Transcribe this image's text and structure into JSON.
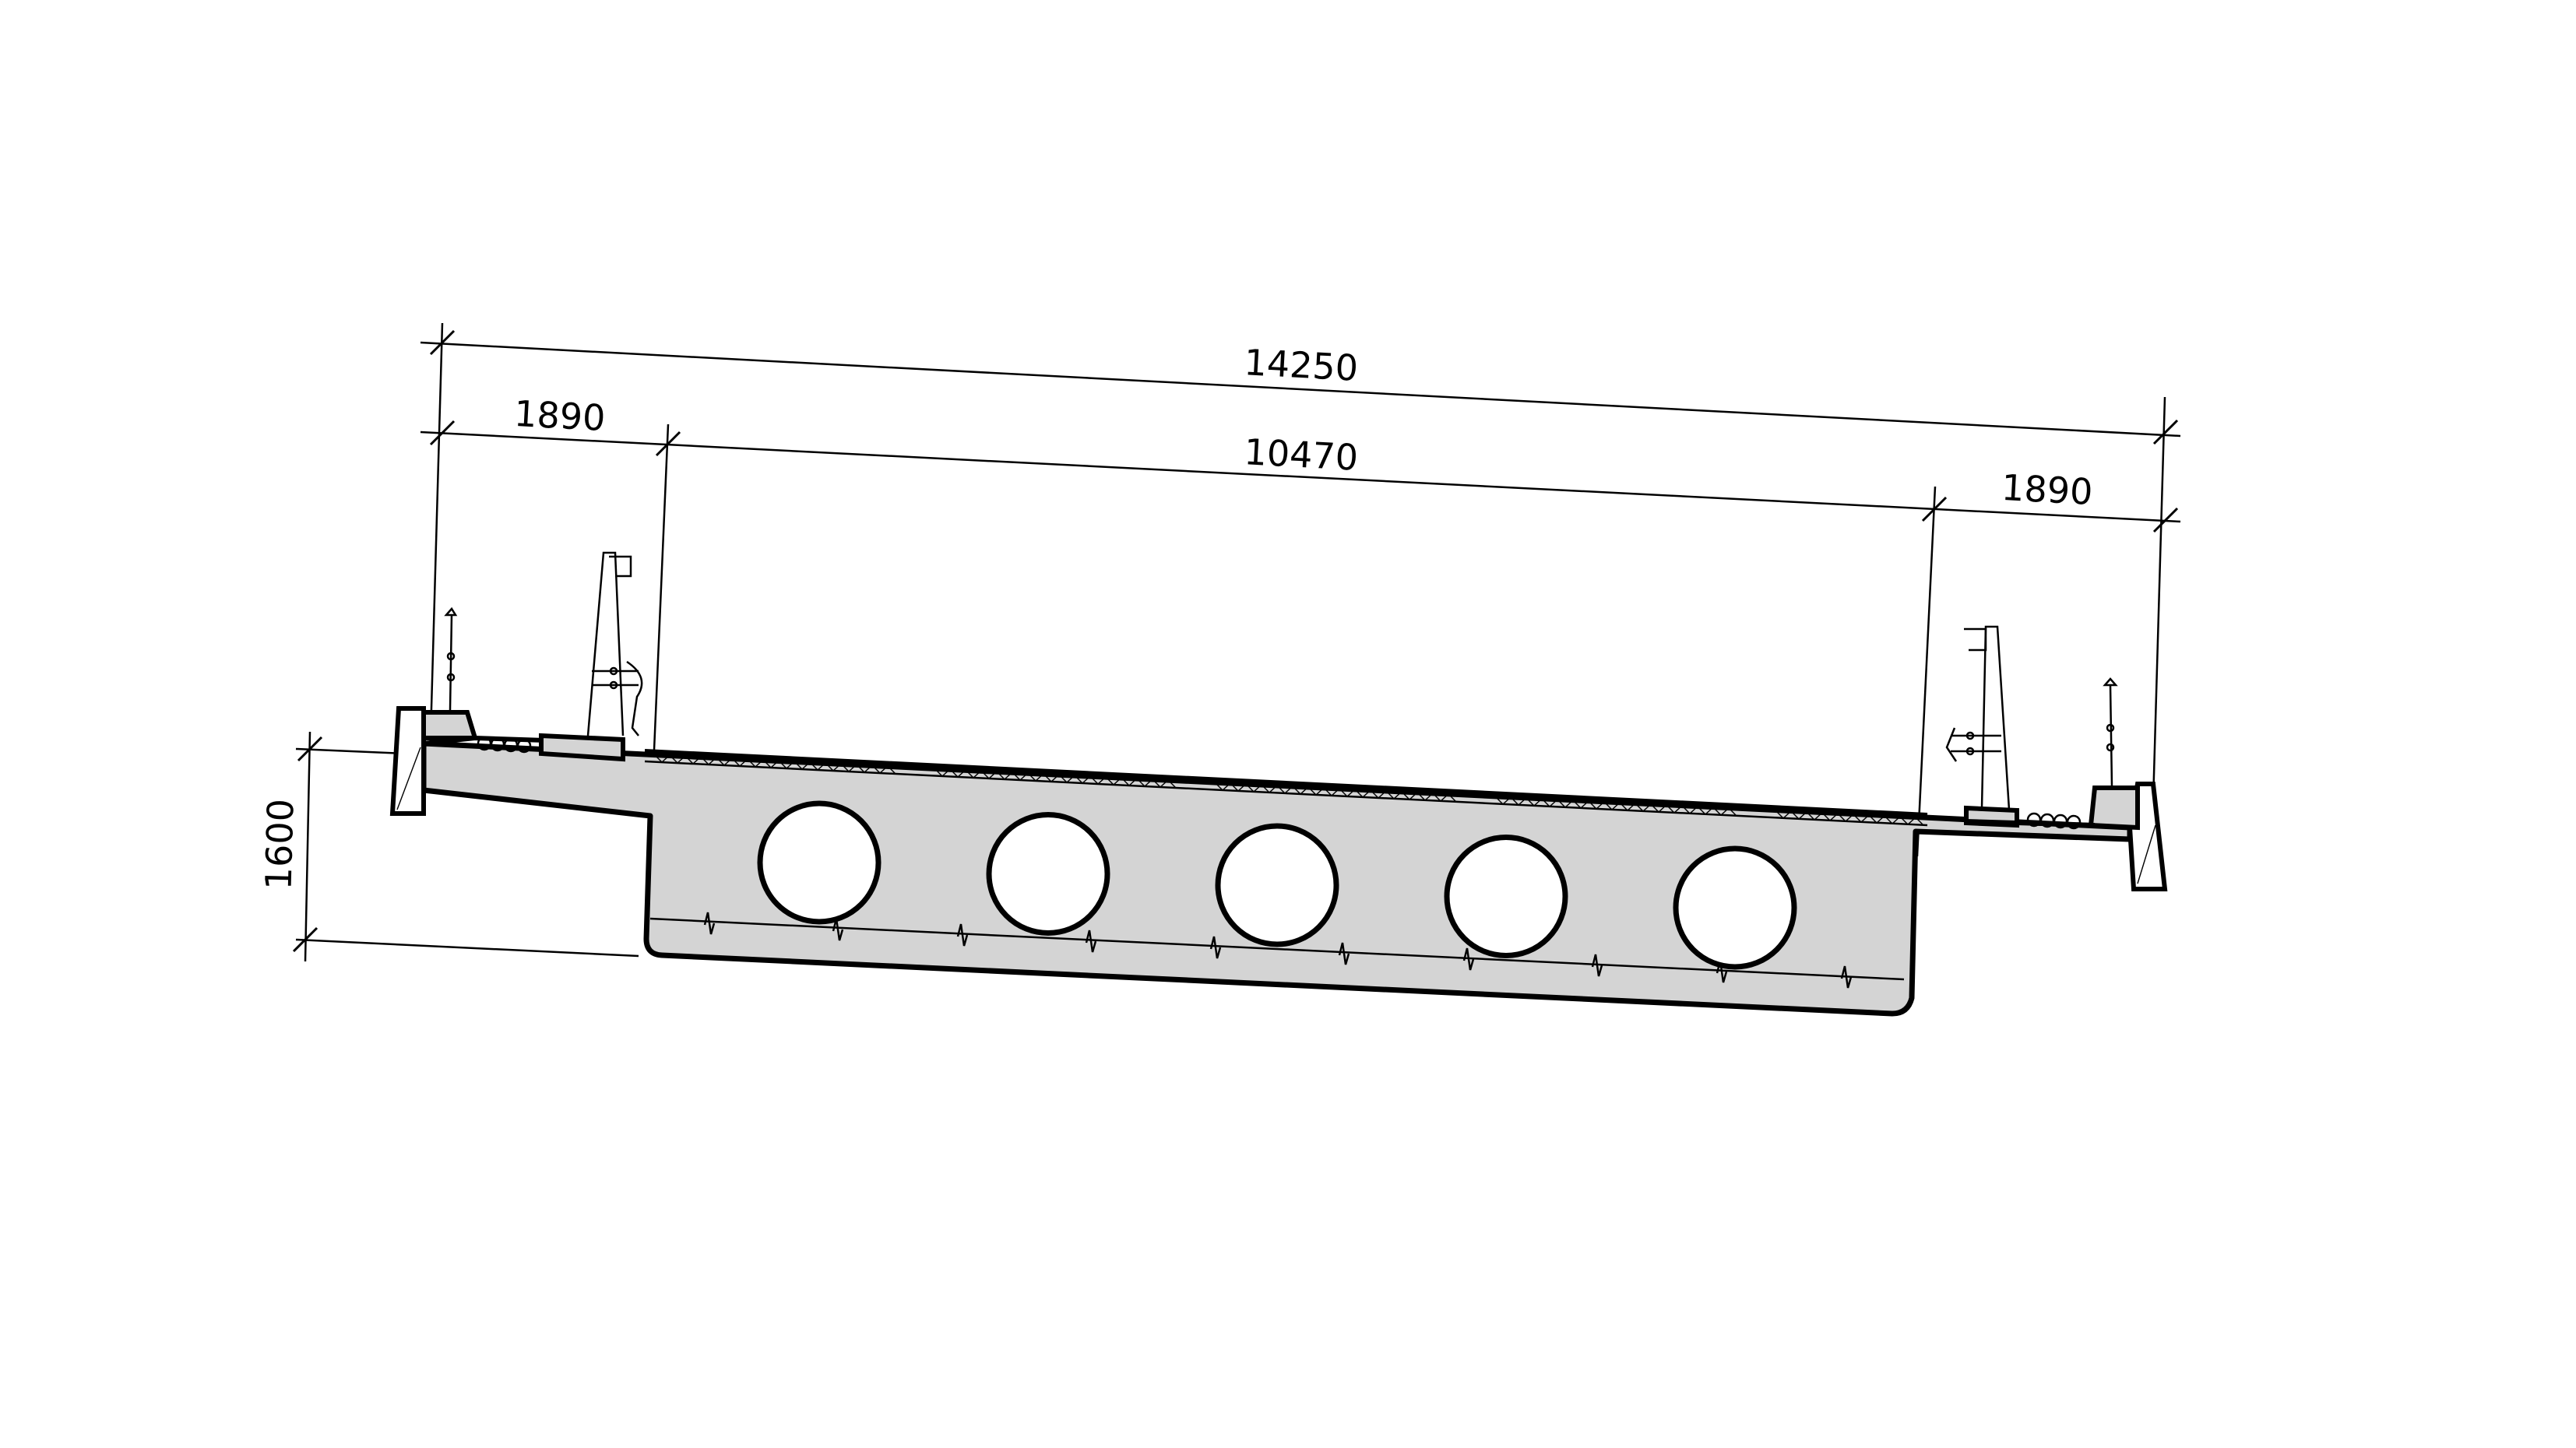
{
  "dimensions": {
    "overall_width": "14250",
    "left_cantilever": "1890",
    "carriageway": "10470",
    "right_cantilever": "1890",
    "depth": "1600"
  },
  "void_count": 5,
  "colors": {
    "concrete_fill": "#d4d4d4",
    "line": "#000000",
    "void_fill": "#ffffff",
    "background": "#ffffff"
  }
}
